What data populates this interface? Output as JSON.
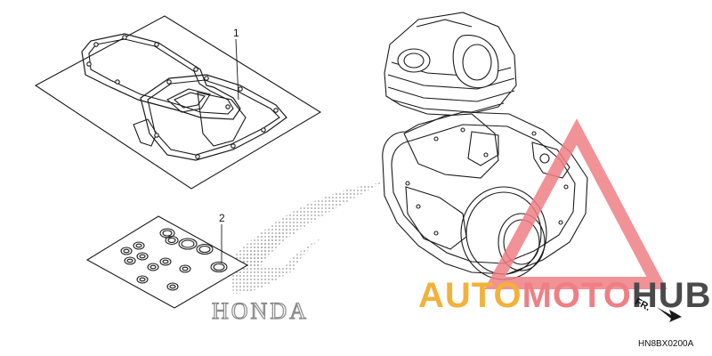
{
  "callouts": [
    {
      "id": "1",
      "label": "1"
    },
    {
      "id": "2",
      "label": "2"
    }
  ],
  "diagram_code": "HN8BX0200A",
  "direction_label": "FR.",
  "brand_logo": {
    "text": "HONDA",
    "icon": "honda-wing-logo"
  },
  "watermark": {
    "part_a": "AUTO",
    "part_b": "MOTO",
    "part_c": "HUB",
    "icon": "warning-triangle-icon",
    "colors": {
      "auto": "#f2b13a",
      "moto": "#ef7f85",
      "hub": "#4a4a4a",
      "triangle": "#ef7f85"
    }
  },
  "colors": {
    "line": "#1a1a1a",
    "dots": "#9a9a9a"
  }
}
